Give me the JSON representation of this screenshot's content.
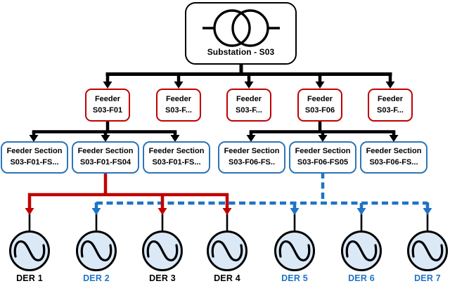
{
  "title": "Distribution network hierarchy diagram",
  "colors": {
    "black": "#000000",
    "red": "#C00000",
    "section_border_blue": "#2E75B6",
    "line_blue": "#1E73C6",
    "der_fill": "#DBE9F7",
    "background": "#FFFFFF"
  },
  "substation": {
    "label": "Substation - S03",
    "icon": "transformer-icon"
  },
  "feeders": [
    {
      "line1": "Feeder",
      "line2": "S03-F01"
    },
    {
      "line1": "Feeder",
      "line2": "S03-F..."
    },
    {
      "line1": "Feeder",
      "line2": "S03-F..."
    },
    {
      "line1": "Feeder",
      "line2": "S03-F06"
    },
    {
      "line1": "Feeder",
      "line2": "S03-F..."
    }
  ],
  "feeder_sections": [
    {
      "line1": "Feeder Section",
      "line2": "S03-F01-FS..."
    },
    {
      "line1": "Feeder Section",
      "line2": "S03-F01-FS04"
    },
    {
      "line1": "Feeder Section",
      "line2": "S03-F01-FS..."
    },
    {
      "line1": "Feeder Section",
      "line2": "S03-F06-FS.."
    },
    {
      "line1": "Feeder Section",
      "line2": "S03-F06-FS05"
    },
    {
      "line1": "Feeder Section",
      "line2": "S03-F06-FS..."
    }
  ],
  "ders": [
    {
      "label": "DER 1",
      "label_color": "#000000"
    },
    {
      "label": "DER 2",
      "label_color": "#1E73C6"
    },
    {
      "label": "DER 3",
      "label_color": "#000000"
    },
    {
      "label": "DER 4",
      "label_color": "#000000"
    },
    {
      "label": "DER 5",
      "label_color": "#1E73C6"
    },
    {
      "label": "DER 6",
      "label_color": "#1E73C6"
    },
    {
      "label": "DER 7",
      "label_color": "#1E73C6"
    }
  ],
  "connections": [
    {
      "from": "Substation - S03",
      "to": [
        "S03-F01",
        "S03-F...",
        "S03-F...",
        "S03-F06",
        "S03-F..."
      ],
      "style": "solid",
      "color": "#000000"
    },
    {
      "from": "S03-F01",
      "to": [
        "S03-F01-FS...",
        "S03-F01-FS04",
        "S03-F01-FS..."
      ],
      "style": "solid",
      "color": "#000000"
    },
    {
      "from": "S03-F06",
      "to": [
        "S03-F06-FS..",
        "S03-F06-FS05",
        "S03-F06-FS..."
      ],
      "style": "solid",
      "color": "#000000"
    },
    {
      "from": "S03-F01-FS04",
      "to": [
        "DER 1",
        "DER 3",
        "DER 4"
      ],
      "style": "solid",
      "color": "#C00000"
    },
    {
      "from": "S03-F06-FS05",
      "to": [
        "DER 2",
        "DER 5",
        "DER 6",
        "DER 7"
      ],
      "style": "dashed",
      "color": "#1E73C6"
    }
  ]
}
